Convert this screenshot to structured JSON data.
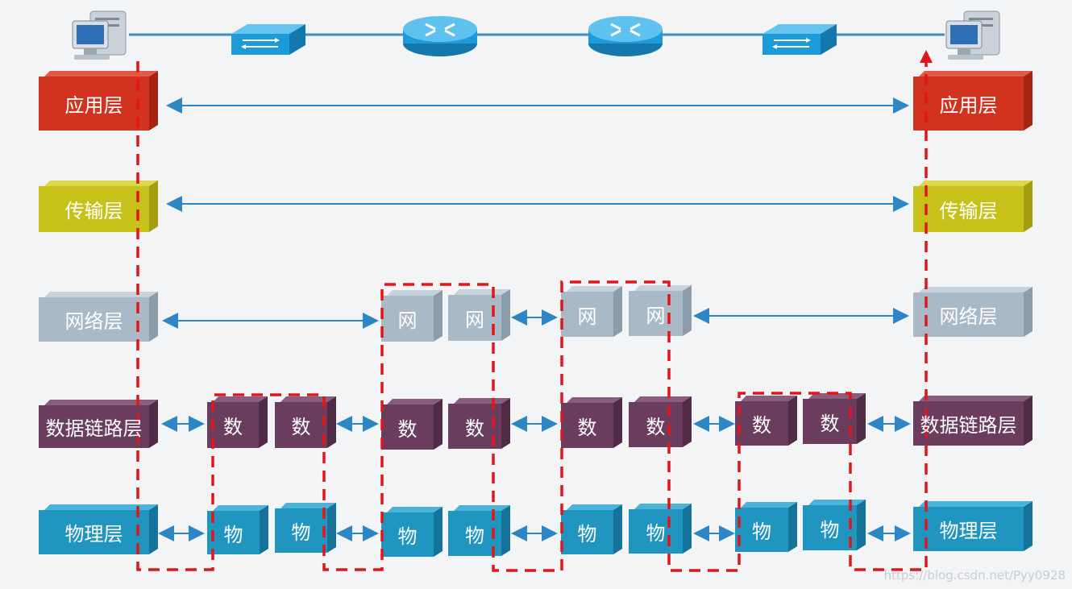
{
  "layers": {
    "app": "应用层",
    "transport": "传输层",
    "network": "网络层",
    "datalink": "数据链路层",
    "physical": "物理层"
  },
  "device_layers": {
    "network": "网",
    "datalink": "数",
    "physical": "物"
  },
  "watermark": "https://blog.csdn.net/Pyy0928",
  "colors": {
    "app": "#d2331f",
    "transport": "#c7c21a",
    "network": "#a9b9c5",
    "datalink": "#6a3d5e",
    "physical": "#1f95bf",
    "link": "#3c8dc8",
    "path": "#e0161b"
  }
}
